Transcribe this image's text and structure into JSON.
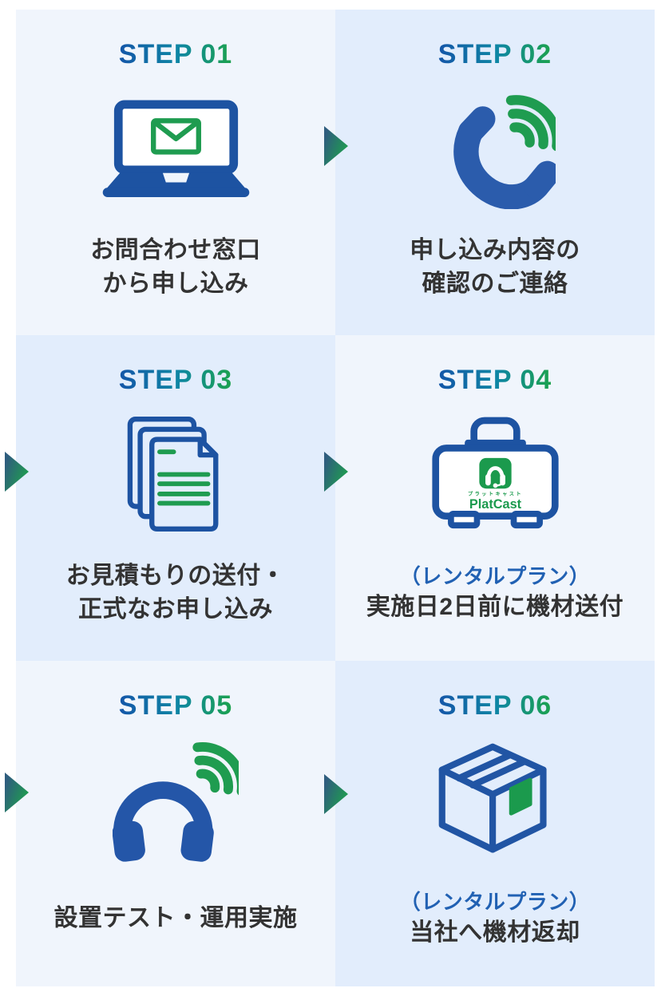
{
  "flow": {
    "steps": [
      {
        "title": "STEP 01",
        "icon": "laptop-mail",
        "lines": [
          "お問合わせ窓口",
          "から申し込み"
        ]
      },
      {
        "title": "STEP 02",
        "icon": "phone-call",
        "lines": [
          "申し込み内容の",
          "確認のご連絡"
        ]
      },
      {
        "title": "STEP 03",
        "icon": "documents",
        "lines": [
          "お見積もりの送付・",
          "正式なお申し込み"
        ]
      },
      {
        "title": "STEP 04",
        "icon": "equipment-case",
        "sub": "（レンタルプラン）",
        "lines": [
          "実施日2日前に機材送付"
        ]
      },
      {
        "title": "STEP 05",
        "icon": "headphones-wireless",
        "lines": [
          "設置テスト・運用実施"
        ]
      },
      {
        "title": "STEP 06",
        "icon": "shipping-box",
        "sub": "（レンタルプラン）",
        "lines": [
          "当社へ機材返却"
        ]
      }
    ],
    "logo": {
      "katakana": "プラットキャスト",
      "name": "PlatCast"
    },
    "colors": {
      "cell_light": "#F0F5FC",
      "cell_dark": "#E2EDFC",
      "icon_blue": "#1D53A2",
      "icon_green": "#1F9C50",
      "title_gradient_start": "#1456A8",
      "title_gradient_mid": "#0E86A4",
      "title_gradient_end": "#1CA24D",
      "caption_text": "#333333",
      "sub_caption_text": "#2161B3",
      "arrow_gradient_start": "#2F5D7E",
      "arrow_gradient_end": "#1F9C50"
    }
  }
}
